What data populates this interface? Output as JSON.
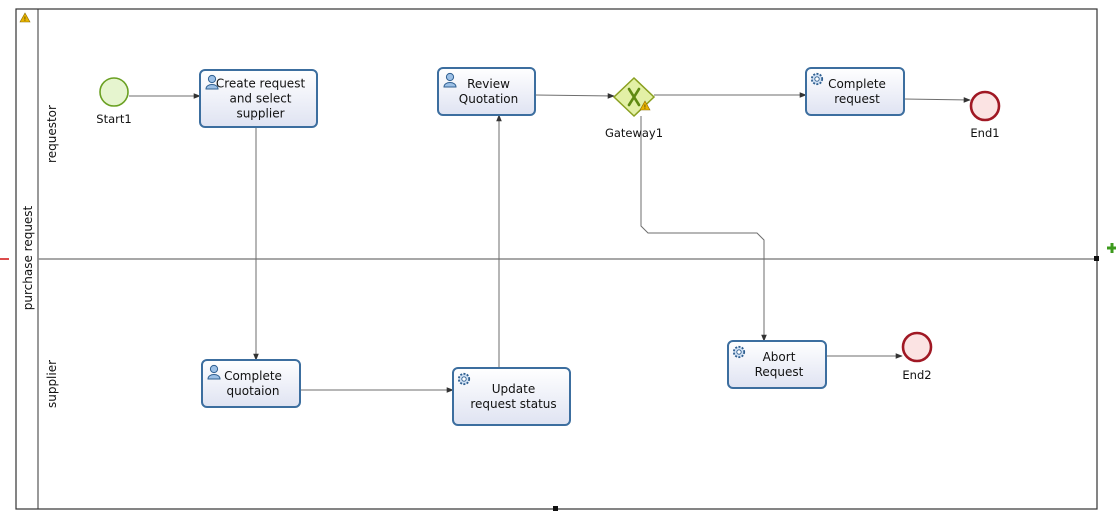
{
  "pool": {
    "name": "purchase request"
  },
  "lanes": [
    {
      "id": "lane-requestor",
      "name": "requestor"
    },
    {
      "id": "lane-supplier",
      "name": "supplier"
    }
  ],
  "tasks": [
    {
      "id": "create-request",
      "type": "user",
      "lines": [
        "Create request",
        "and select",
        "supplier"
      ]
    },
    {
      "id": "review-quotation",
      "type": "user",
      "lines": [
        "Review",
        "Quotation"
      ]
    },
    {
      "id": "complete-request",
      "type": "service",
      "lines": [
        "Complete",
        "request"
      ]
    },
    {
      "id": "complete-quotation",
      "type": "user",
      "lines": [
        "Complete",
        "quotaion"
      ]
    },
    {
      "id": "update-request-status",
      "type": "service",
      "lines": [
        "Update",
        "request status"
      ]
    },
    {
      "id": "abort-request",
      "type": "service",
      "lines": [
        "Abort",
        "Request"
      ]
    }
  ],
  "events": [
    {
      "id": "start1",
      "type": "start",
      "label": "Start1"
    },
    {
      "id": "end1",
      "type": "end",
      "label": "End1"
    },
    {
      "id": "end2",
      "type": "end",
      "label": "End2"
    }
  ],
  "gateways": [
    {
      "id": "gateway1",
      "type": "exclusive",
      "label": "Gateway1",
      "has_warning": true
    }
  ],
  "flows": [
    {
      "from": "start1",
      "to": "create-request"
    },
    {
      "from": "create-request",
      "to": "complete-quotation"
    },
    {
      "from": "complete-quotation",
      "to": "update-request-status"
    },
    {
      "from": "update-request-status",
      "to": "review-quotation"
    },
    {
      "from": "review-quotation",
      "to": "gateway1"
    },
    {
      "from": "gateway1",
      "to": "complete-request"
    },
    {
      "from": "complete-request",
      "to": "end1"
    },
    {
      "from": "gateway1",
      "to": "abort-request"
    },
    {
      "from": "abort-request",
      "to": "end2"
    }
  ],
  "colors": {
    "task_border": "#3c6e9f",
    "task_fill_top": "#ffffff",
    "task_fill_bottom": "#dfe3f2",
    "start_border": "#6aa022",
    "start_fill": "#e6f5cf",
    "end_border": "#a01824",
    "end_fill": "#fbe3e3",
    "gateway_border": "#8aa020",
    "gateway_fill": "#e3f0a6",
    "gateway_mark": "#5f8a12",
    "flow": "#6e6e6e",
    "lane_border": "#333333",
    "warning": "#e8b400"
  }
}
